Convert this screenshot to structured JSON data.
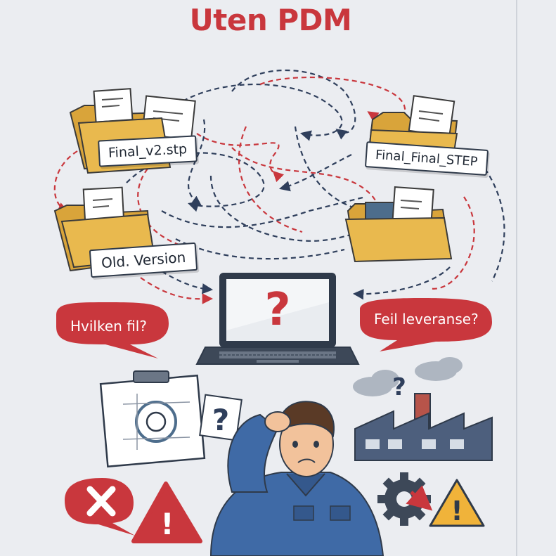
{
  "title": "Uten PDM",
  "files": {
    "top_left": "Final_v2.stp",
    "top_right": "Final_Final_STEP",
    "mid_left": "Old. Version"
  },
  "bubbles": {
    "left": "Hvilken fil?",
    "right": "Feil leveranse?"
  },
  "symbols": {
    "question": "?",
    "warning": "!"
  },
  "colors": {
    "accent_red": "#c9373d",
    "folder_yellow": "#e9b94e",
    "navy": "#2f3f5c",
    "background": "#ebedf1"
  },
  "icons": [
    "folder-icon",
    "document-icon",
    "laptop-icon",
    "clipboard-drawing-icon",
    "factory-icon",
    "cloud-icon",
    "error-x-icon",
    "warning-icon",
    "gear-icon",
    "confused-engineer-icon"
  ]
}
